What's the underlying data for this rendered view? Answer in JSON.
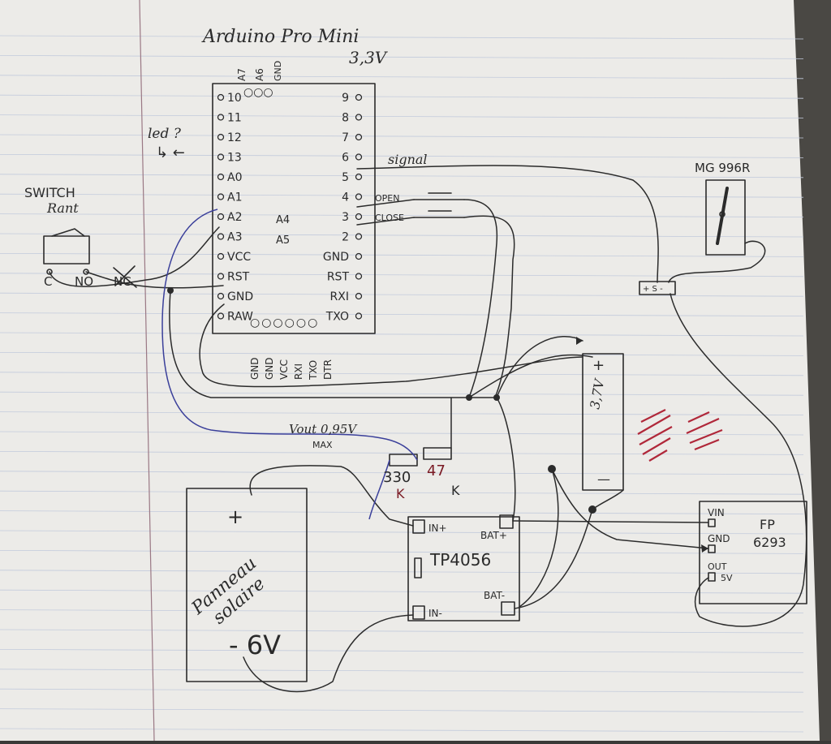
{
  "arduino": {
    "title": "Arduino Pro Mini",
    "voltage": "3,3V",
    "top_pins": [
      "A7",
      "A6",
      "GND"
    ],
    "left_pins": [
      "10",
      "11",
      "12",
      "13",
      "A0",
      "A1",
      "A2",
      "A3",
      "VCC",
      "RST",
      "GND",
      "RAW"
    ],
    "right_pins": [
      "9",
      "8",
      "7",
      "6",
      "5",
      "4",
      "3",
      "2",
      "GND",
      "RST",
      "RXI",
      "TXO"
    ],
    "inner_pins": [
      "A4",
      "A5"
    ],
    "bottom_pins": [
      "GND",
      "GND",
      "VCC",
      "RXI",
      "TXO",
      "DTR"
    ]
  },
  "annotations": {
    "led": "led ?",
    "led_arrow": "↳ ←",
    "signal": "signal",
    "open": "OPEN",
    "close": "CLOSE",
    "vout": "Vout 0,95V",
    "max": "MAX"
  },
  "switch": {
    "title": "SWITCH",
    "subtitle": "Rant",
    "c": "C",
    "no": "NO",
    "nc": "NC"
  },
  "servo": {
    "name": "MG 996R",
    "pins": "+ S -"
  },
  "battery": {
    "plus": "+",
    "voltage": "3,7V",
    "minus": "—"
  },
  "resistors": {
    "r1": "330",
    "r1_unit": "K",
    "r2": "47",
    "r2_unit": "K"
  },
  "solar": {
    "plus": "+",
    "line1": "Panneau",
    "line2": "solaire",
    "voltage": "- 6V"
  },
  "tp4056": {
    "name": "TP4056",
    "in_plus": "IN+",
    "in_minus": "IN-",
    "bat_plus": "BAT+",
    "bat_minus": "BAT-"
  },
  "boost": {
    "name_line1": "FP",
    "name_line2": "6293",
    "vin": "VIN",
    "gnd": "GND",
    "out": "OUT",
    "out_v": "5V"
  },
  "colors": {
    "paper": "#eeeeec",
    "ink": "#2a2a2a",
    "blue_wire": "#3a3f9a",
    "red_marks": "#b0283a",
    "margin": "#9a6a7a",
    "rule": "#c6cfe0"
  }
}
